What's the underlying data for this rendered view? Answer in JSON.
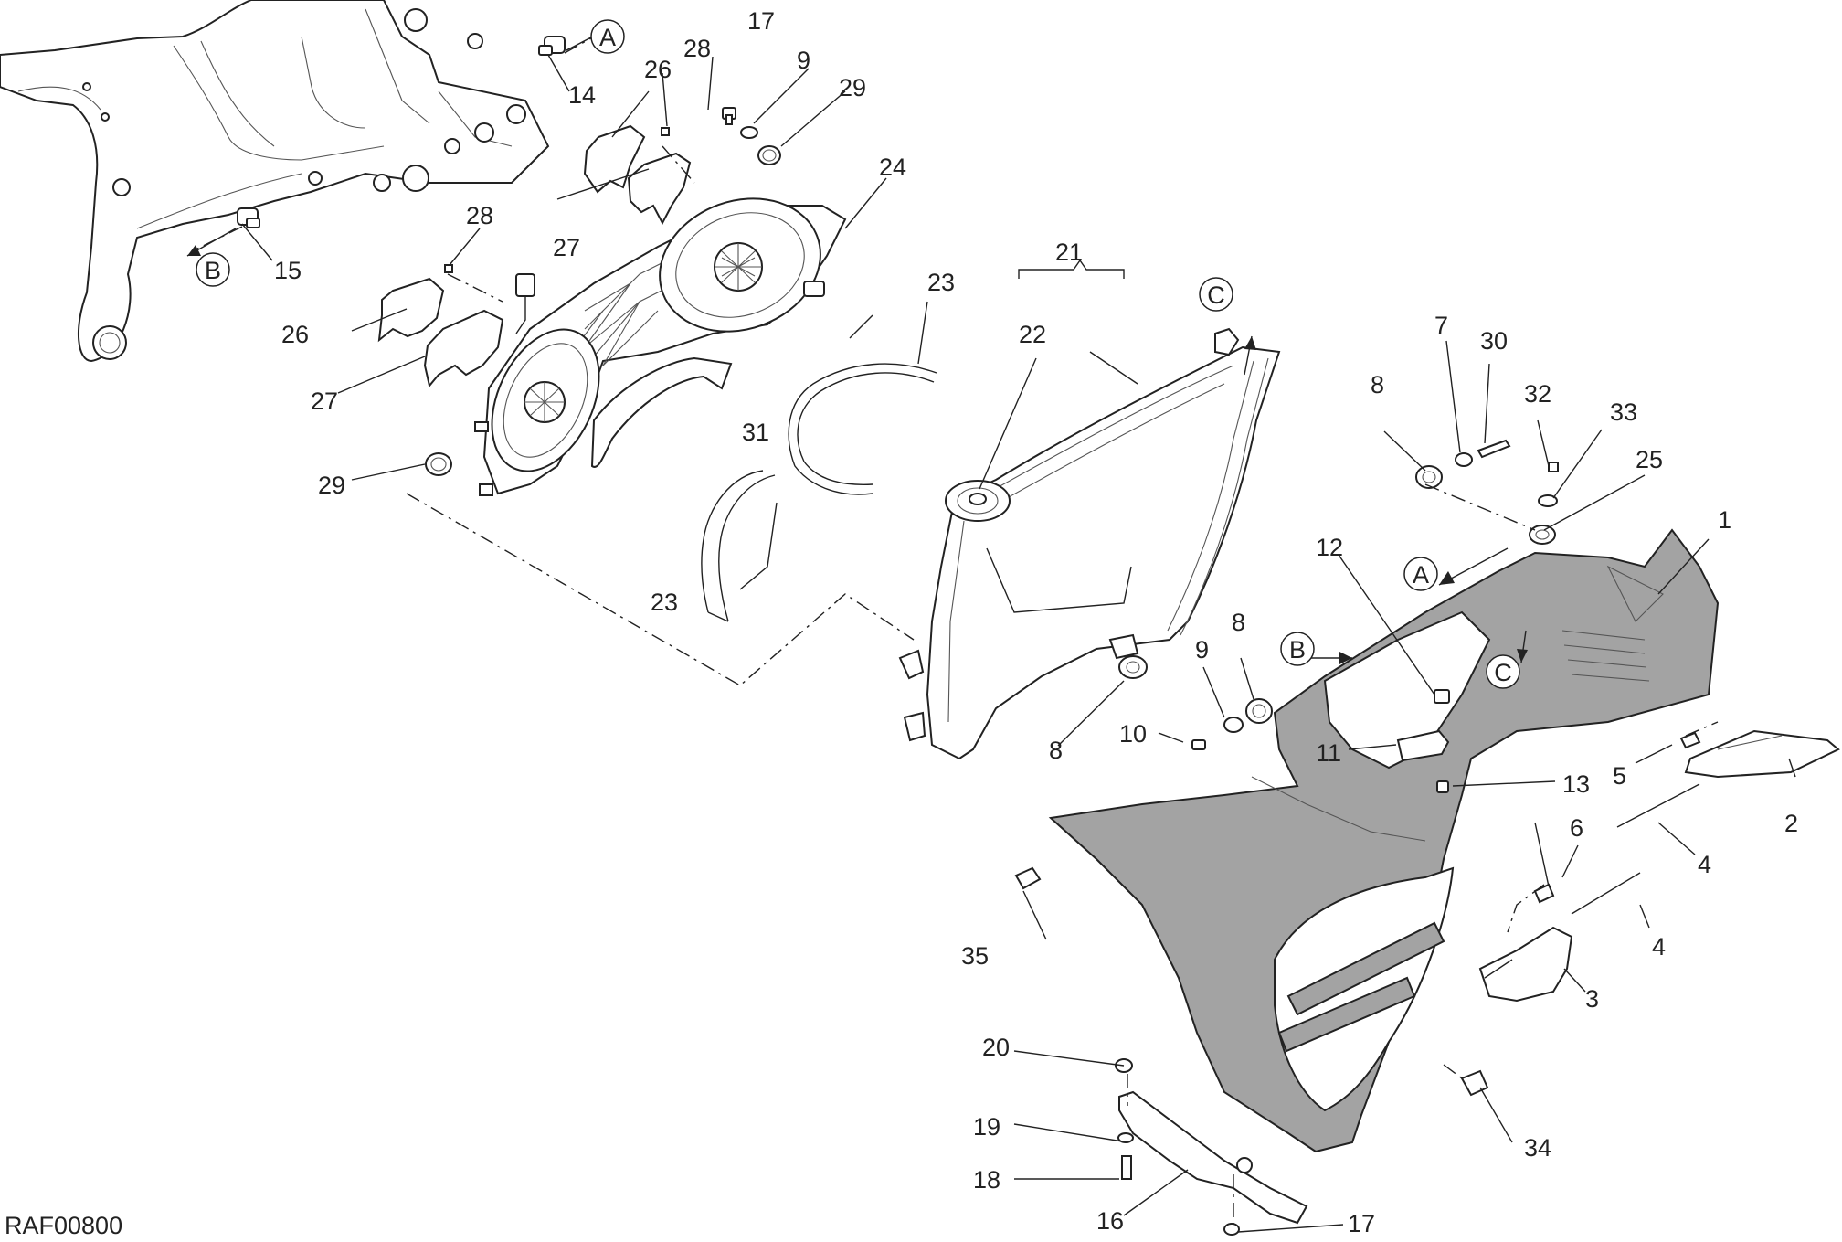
{
  "drawing_code": "RAF00800",
  "callouts": [
    {
      "id": "c1",
      "label": "1"
    },
    {
      "id": "c2",
      "label": "2"
    },
    {
      "id": "c3",
      "label": "3"
    },
    {
      "id": "c4a",
      "label": "4"
    },
    {
      "id": "c4b",
      "label": "4"
    },
    {
      "id": "c5",
      "label": "5"
    },
    {
      "id": "c6",
      "label": "6"
    },
    {
      "id": "c7",
      "label": "7"
    },
    {
      "id": "c8a",
      "label": "8"
    },
    {
      "id": "c8b",
      "label": "8"
    },
    {
      "id": "c8c",
      "label": "8"
    },
    {
      "id": "c9a",
      "label": "9"
    },
    {
      "id": "c9b",
      "label": "9"
    },
    {
      "id": "c10",
      "label": "10"
    },
    {
      "id": "c11",
      "label": "11"
    },
    {
      "id": "c12",
      "label": "12"
    },
    {
      "id": "c13",
      "label": "13"
    },
    {
      "id": "c14",
      "label": "14"
    },
    {
      "id": "c15",
      "label": "15"
    },
    {
      "id": "c16",
      "label": "16"
    },
    {
      "id": "c17a",
      "label": "17"
    },
    {
      "id": "c17b",
      "label": "17"
    },
    {
      "id": "c18",
      "label": "18"
    },
    {
      "id": "c19",
      "label": "19"
    },
    {
      "id": "c20",
      "label": "20"
    },
    {
      "id": "c21",
      "label": "21"
    },
    {
      "id": "c22",
      "label": "22"
    },
    {
      "id": "c23a",
      "label": "23"
    },
    {
      "id": "c23b",
      "label": "23"
    },
    {
      "id": "c24",
      "label": "24"
    },
    {
      "id": "c25",
      "label": "25"
    },
    {
      "id": "c26a",
      "label": "26"
    },
    {
      "id": "c26b",
      "label": "26"
    },
    {
      "id": "c27a",
      "label": "27"
    },
    {
      "id": "c27b",
      "label": "27"
    },
    {
      "id": "c28a",
      "label": "28"
    },
    {
      "id": "c28b",
      "label": "28"
    },
    {
      "id": "c29a",
      "label": "29"
    },
    {
      "id": "c29b",
      "label": "29"
    },
    {
      "id": "c30",
      "label": "30"
    },
    {
      "id": "c31",
      "label": "31"
    },
    {
      "id": "c32",
      "label": "32"
    },
    {
      "id": "c33",
      "label": "33"
    },
    {
      "id": "c34",
      "label": "34"
    },
    {
      "id": "c35",
      "label": "35"
    }
  ],
  "reference_markers": [
    {
      "id": "mA1",
      "label": "A"
    },
    {
      "id": "mB1",
      "label": "B"
    },
    {
      "id": "mC1",
      "label": "C"
    },
    {
      "id": "mA2",
      "label": "A"
    },
    {
      "id": "mB2",
      "label": "B"
    },
    {
      "id": "mC2",
      "label": "C"
    }
  ]
}
